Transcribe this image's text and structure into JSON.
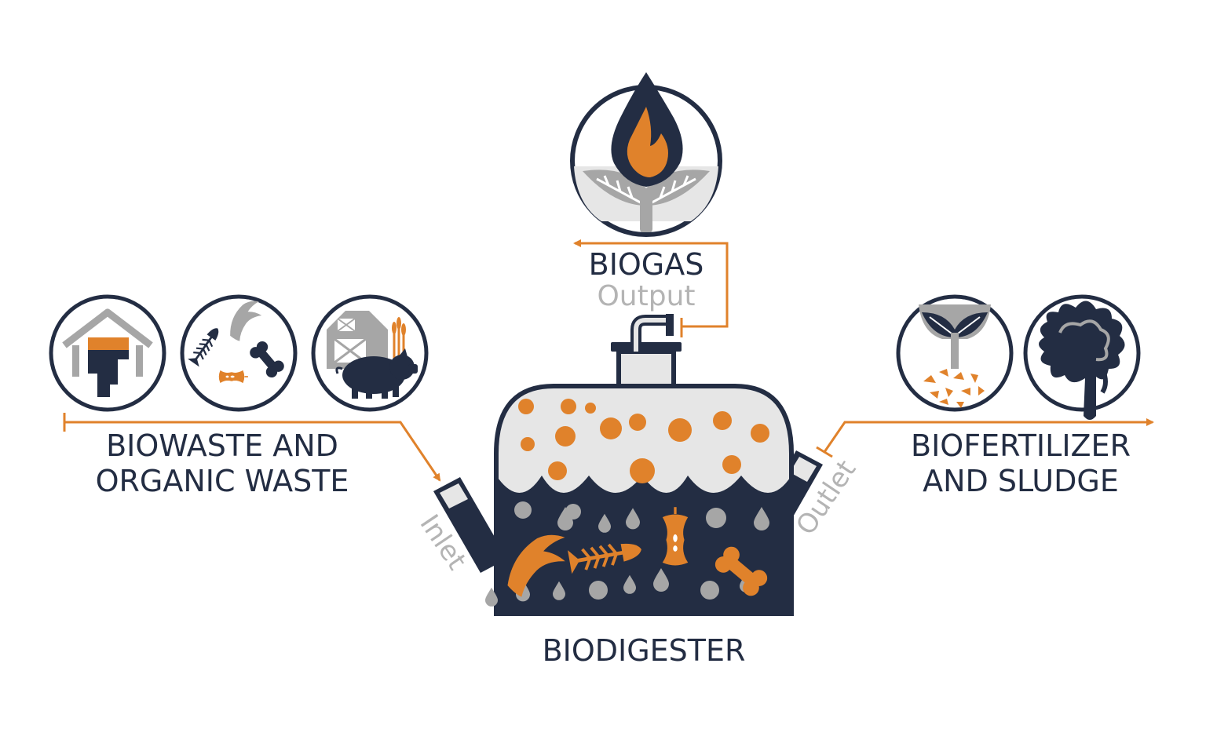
{
  "labels": {
    "biogas_title": "BIOGAS",
    "biogas_sub": "Output",
    "biowaste_line1": "BIOWASTE AND",
    "biowaste_line2": "ORGANIC WASTE",
    "biofert_line1": "BIOFERTILIZER",
    "biofert_line2": "AND SLUDGE",
    "biodigester": "BIODIGESTER",
    "inlet": "Inlet",
    "outlet": "Outlet"
  },
  "colors": {
    "navy": "#232d43",
    "orange": "#e0822b",
    "light_gray": "#e6e6e6",
    "mid_gray": "#a6a6a6",
    "label_gray": "#b4b4b4"
  },
  "icons": {
    "biogas": "flame-leaf-icon",
    "inputs": [
      "shed-pipe-icon",
      "food-scraps-icon",
      "farm-pig-icon"
    ],
    "outputs": [
      "sprout-icon",
      "sludge-icon"
    ]
  }
}
